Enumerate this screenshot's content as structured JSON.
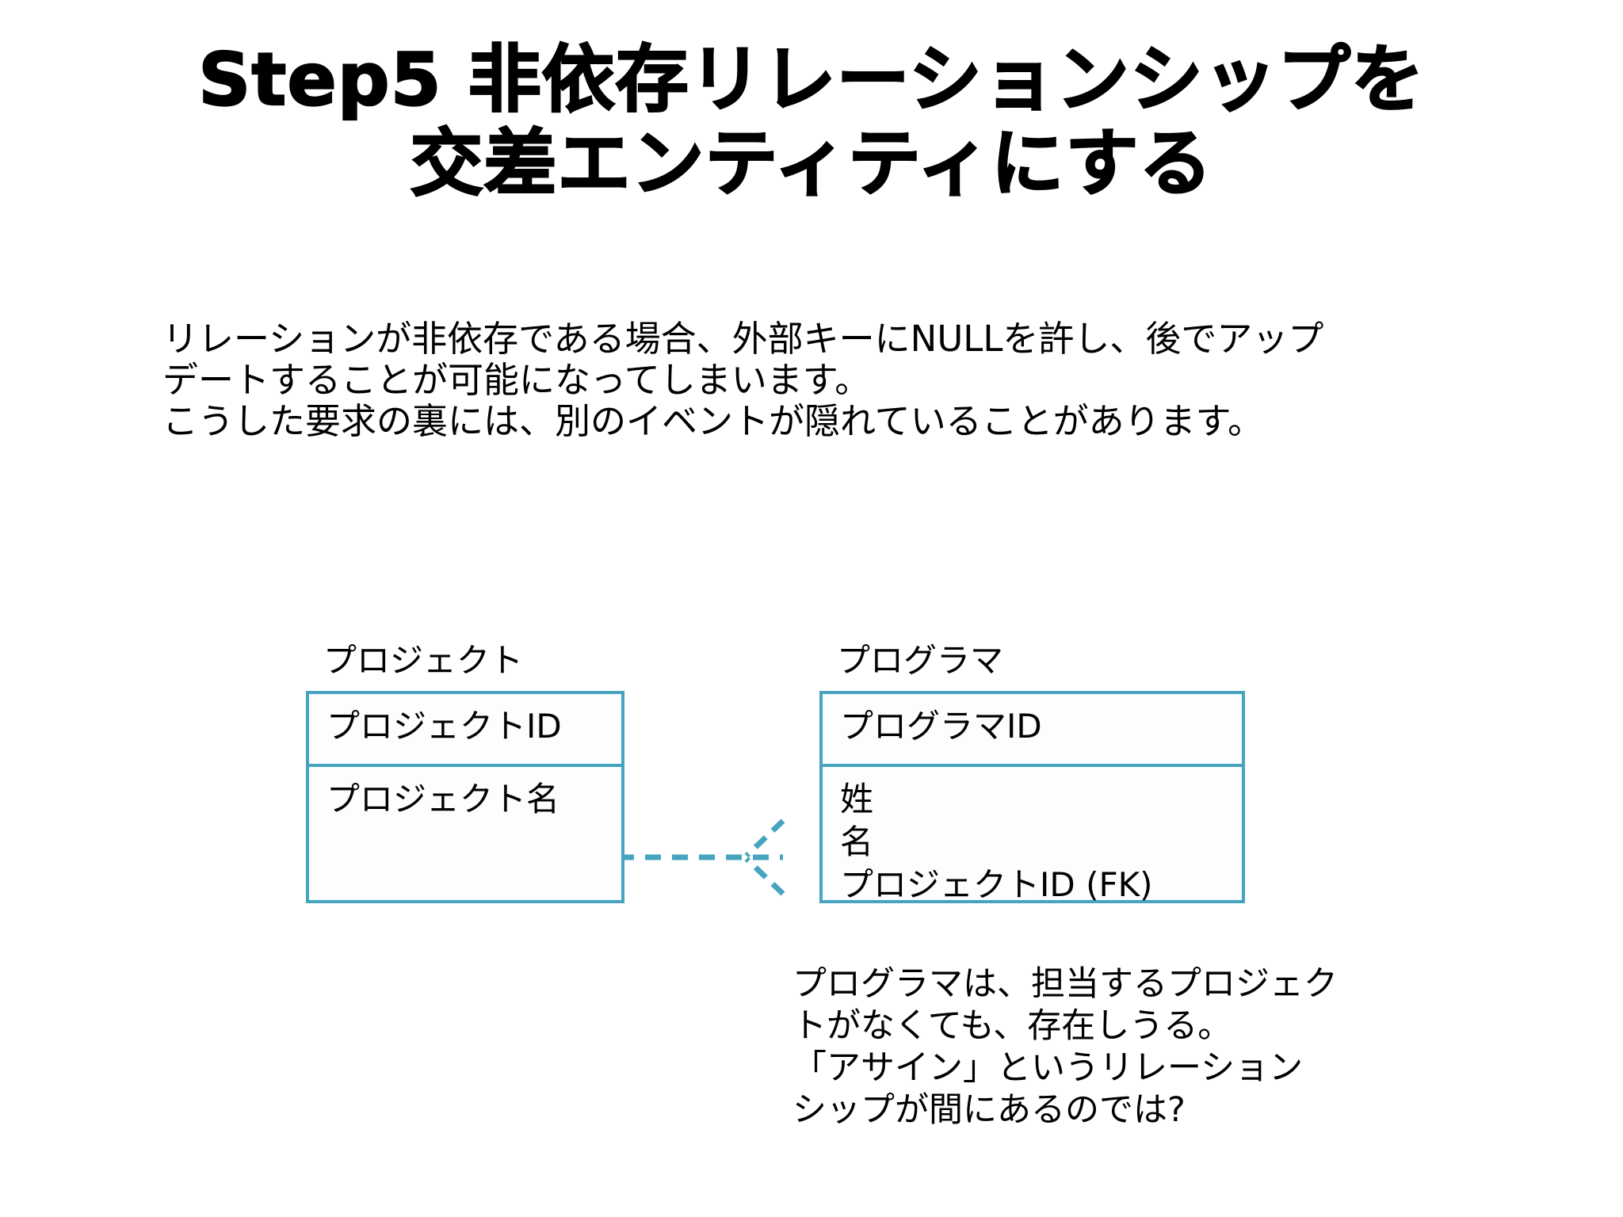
{
  "slide": {
    "title_lines": [
      "Step5 非依存リレーションシップを",
      "交差エンティティにする"
    ],
    "intro_lines": [
      "リレーションが非依存である場合、外部キーにNULLを許し、後でアップ",
      "デートすることが可能になってしまいます。",
      "こうした要求の裏には、別のイベントが隠れていることがあります。"
    ],
    "caption_lines": [
      "プログラマは、担当するプロジェク",
      "トがなくても、存在しうる。",
      "「アサイン」というリレーション",
      "シップが間にあるのでは?"
    ]
  },
  "colors": {
    "entity_border": "#46a4bf",
    "relationship_line": "#46a4bf",
    "text": "#000000",
    "background": "#ffffff"
  },
  "diagram": {
    "type": "er-diagram",
    "entities": [
      {
        "name": "プロジェクト",
        "primary_key": "プロジェクトID",
        "attributes": [
          "プロジェクト名"
        ]
      },
      {
        "name": "プログラマ",
        "primary_key": "プログラマID",
        "attributes": [
          "姓",
          "名",
          "プロジェクトID (FK)"
        ]
      }
    ],
    "relationship": {
      "from": "プロジェクト",
      "to": "プログラマ",
      "line_style": "dashed",
      "to_cardinality": "crow-foot-many"
    }
  }
}
